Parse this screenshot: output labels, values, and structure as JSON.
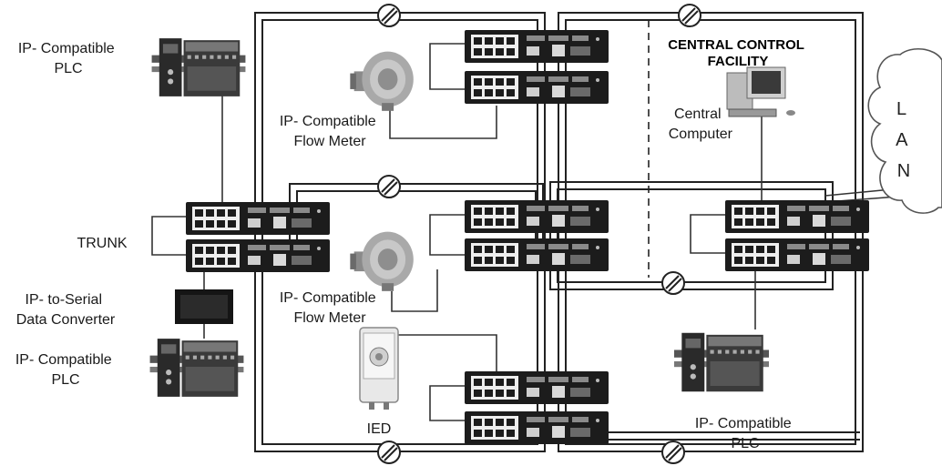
{
  "labels": {
    "plc_top_left": [
      "IP- Compatible",
      "PLC"
    ],
    "flow_meter_top": [
      "IP- Compatible",
      "Flow Meter"
    ],
    "central_facility": [
      "CENTRAL CONTROL",
      "FACILITY"
    ],
    "central_computer": [
      "Central",
      "Computer"
    ],
    "lan": [
      "L",
      "A",
      "N"
    ],
    "trunk": "TRUNK",
    "serial_converter": [
      "IP- to-Serial",
      "Data Converter"
    ],
    "flow_meter_mid": [
      "IP- Compatible",
      "Flow Meter"
    ],
    "plc_bottom_left": [
      "IP- Compatible",
      "PLC"
    ],
    "ied": "IED",
    "plc_bottom_right": [
      "IP- Compatible",
      "PLC"
    ]
  },
  "colors": {
    "line": "#222222",
    "switch_body": "#1c1c1c",
    "port": "#f2f2f2"
  },
  "icons": [
    "plc-icon",
    "flow-meter-icon",
    "network-switch-icon",
    "desktop-computer-icon",
    "cloud-icon",
    "serial-converter-icon",
    "ied-icon",
    "ring-coupler-icon"
  ]
}
